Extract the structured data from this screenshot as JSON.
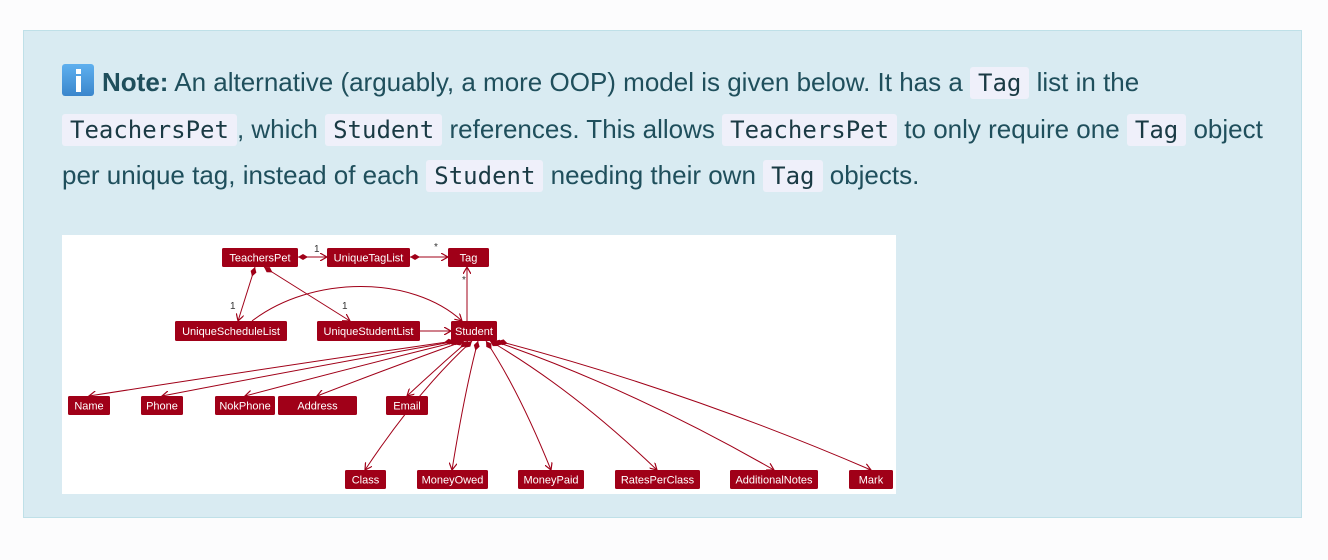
{
  "note": {
    "label": "Note:",
    "icon": "info-icon",
    "segments": [
      {
        "t": "An alternative (arguably, a more OOP) model is given below. It has a "
      },
      {
        "c": "Tag"
      },
      {
        "t": " list in the "
      },
      {
        "c": "TeachersPet"
      },
      {
        "t": ", which "
      },
      {
        "c": "Student"
      },
      {
        "t": " references. This allows "
      },
      {
        "c": "TeachersPet"
      },
      {
        "t": " to only require one "
      },
      {
        "c": "Tag"
      },
      {
        "t": " object per unique tag, instead of each "
      },
      {
        "c": "Student"
      },
      {
        "t": " needing their own "
      },
      {
        "c": "Tag"
      },
      {
        "t": " objects."
      }
    ]
  },
  "diagram": {
    "box_color": "#a00018",
    "classes": {
      "teacherspet": "TeachersPet",
      "uniquetaglist": "UniqueTagList",
      "tag": "Tag",
      "uniqueschedulelist": "UniqueScheduleList",
      "uniquestudentlist": "UniqueStudentList",
      "student": "Student",
      "name": "Name",
      "phone": "Phone",
      "nokphone": "NokPhone",
      "address": "Address",
      "email": "Email",
      "class": "Class",
      "moneyowed": "MoneyOwed",
      "moneypaid": "MoneyPaid",
      "ratesperclass": "RatesPerClass",
      "additionalnotes": "AdditionalNotes",
      "mark": "Mark"
    },
    "multiplicities": {
      "tp_tl": "1",
      "tl_tag": "*",
      "tp_sched": "1",
      "tp_stud": "1",
      "stud_tag": "*"
    }
  }
}
